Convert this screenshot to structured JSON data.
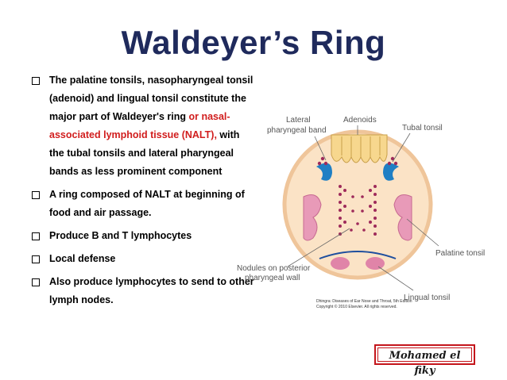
{
  "title": "Waldeyer’s Ring",
  "bullets": [
    {
      "pre": "The palatine tonsils, nasopharyngeal tonsil (adenoid) and lingual tonsil constitute the major part of Waldeyer's ring ",
      "red": "or nasal-associated lymphoid tissue (NALT),",
      "post": " with the tubal tonsils and lateral pharyngeal bands as less prominent component"
    },
    {
      "pre": "A ring composed of  NALT at beginning of food and air passage.",
      "red": "",
      "post": ""
    },
    {
      "pre": "Produce B and T lymphocytes",
      "red": "",
      "post": ""
    },
    {
      "pre": "Local defense",
      "red": "",
      "post": ""
    },
    {
      "pre": "Also produce lymphocytes to send to other lymph nodes.",
      "red": "",
      "post": ""
    }
  ],
  "diagram": {
    "labels": {
      "lateral1": "Lateral",
      "lateral2": "pharyngeal band",
      "adenoids": "Adenoids",
      "tubal": "Tubal tonsil",
      "nodules1": "Nodules on posterior",
      "nodules2": "pharyngeal wall",
      "palatine": "Palatine tonsil",
      "lingual": "Lingual tonsil"
    },
    "copyright1": "Dhingra: Diseases of Ear Nose and Throat, 5th Edition",
    "copyright2": "Copyright © 2010 Elsevier. All rights reserved.",
    "colors": {
      "disc": "#fbe3c6",
      "rim": "#efc59a",
      "tissue": "#e084a8",
      "dots": "#9e2a5a",
      "tubal": "#1f7fc4",
      "adenoid": "#f7d78e"
    }
  },
  "signature": "Mohamed el fiky"
}
